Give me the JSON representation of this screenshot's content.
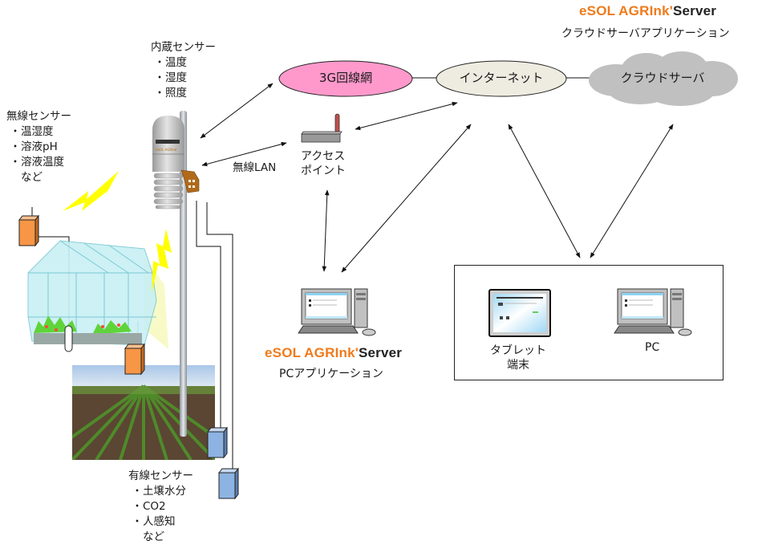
{
  "cloud_app": {
    "logo_brand": "eSOL AGRInk'",
    "logo_server": "Server",
    "caption": "クラウドサーバアプリケーション"
  },
  "pc_app": {
    "logo_brand": "eSOL AGRInk'",
    "logo_server": "Server",
    "caption": "PCアプリケーション"
  },
  "nodes": {
    "network_3g": "3G回線網",
    "internet": "インターネット",
    "cloud_server": "クラウドサーバ",
    "access_point_line1": "アクセス",
    "access_point_line2": "ポイント",
    "wireless_lan": "無線LAN",
    "tablet_line1": "タブレット",
    "tablet_line2": "端末",
    "pc": "PC"
  },
  "builtin_sensor": {
    "title": "内蔵センサー",
    "items": [
      "温度",
      "湿度",
      "照度"
    ]
  },
  "wireless_sensor": {
    "title": "無線センサー",
    "items": [
      "温湿度",
      "溶液pH",
      "溶液温度"
    ],
    "etc": "など"
  },
  "wired_sensor": {
    "title": "有線センサー",
    "items": [
      "土壌水分",
      "CO2",
      "人感知"
    ],
    "etc": "など"
  },
  "bullet": "・",
  "colors": {
    "brand_orange": "#f07a1a",
    "network_3g_fill": "#ff99cc",
    "internet_fill": "#eeece1",
    "cloud_fill": "#c0c0c0",
    "wireless_sensor_fill": "#f79646",
    "wired_sensor_fill": "#8db3e2",
    "lightning": "#ffff00"
  }
}
